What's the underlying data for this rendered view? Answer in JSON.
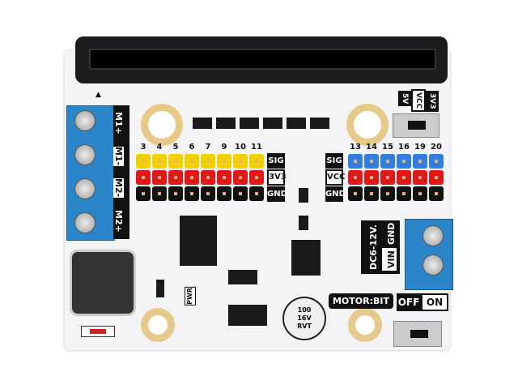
{
  "board": {
    "name": "MOTOR:BIT",
    "motor_labels": [
      "M1+",
      "M1-",
      "M2-",
      "M2+"
    ],
    "left_header": {
      "pins": [
        "3",
        "4",
        "5",
        "6",
        "7",
        "9",
        "10",
        "11"
      ],
      "rows": [
        "SIG",
        "3V3",
        "GND"
      ]
    },
    "right_header": {
      "pins": [
        "13",
        "14",
        "15",
        "16",
        "19",
        "20"
      ],
      "rows": [
        "SIG",
        "VCC",
        "GND"
      ]
    },
    "power_select": [
      "5V",
      "VCC",
      "3V3"
    ],
    "power_in": {
      "range": "DC6-12V.",
      "vin": "VIN",
      "gnd": "GND"
    },
    "switch": {
      "off": "OFF",
      "on": "ON"
    },
    "pwr_led": "PWR",
    "capacitor": "100 16V RVT"
  },
  "colors": {
    "sig": "#f5d000",
    "power": "#e01818",
    "gnd": "#111111",
    "sig_right": "#2f7ee0",
    "terminal": "#2a86c8"
  }
}
